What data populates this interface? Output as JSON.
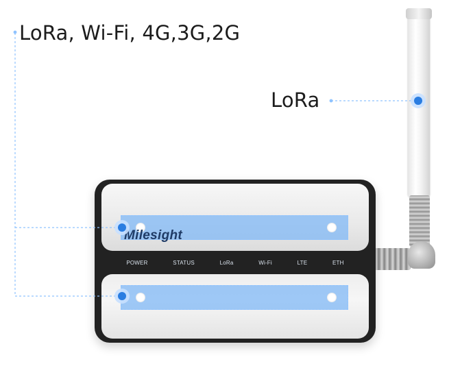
{
  "callouts": {
    "main_antennas": "LoRa, Wi-Fi, 4G,3G,2G",
    "external_antenna": "LoRa"
  },
  "device": {
    "brand": "Milesight",
    "indicators": [
      "POWER",
      "STATUS",
      "LoRa",
      "Wi-Fi",
      "LTE",
      "ETH"
    ]
  },
  "colors": {
    "highlight": "#80b8f5",
    "dot": "#2a7de1",
    "leader": "#8fc3ff"
  }
}
